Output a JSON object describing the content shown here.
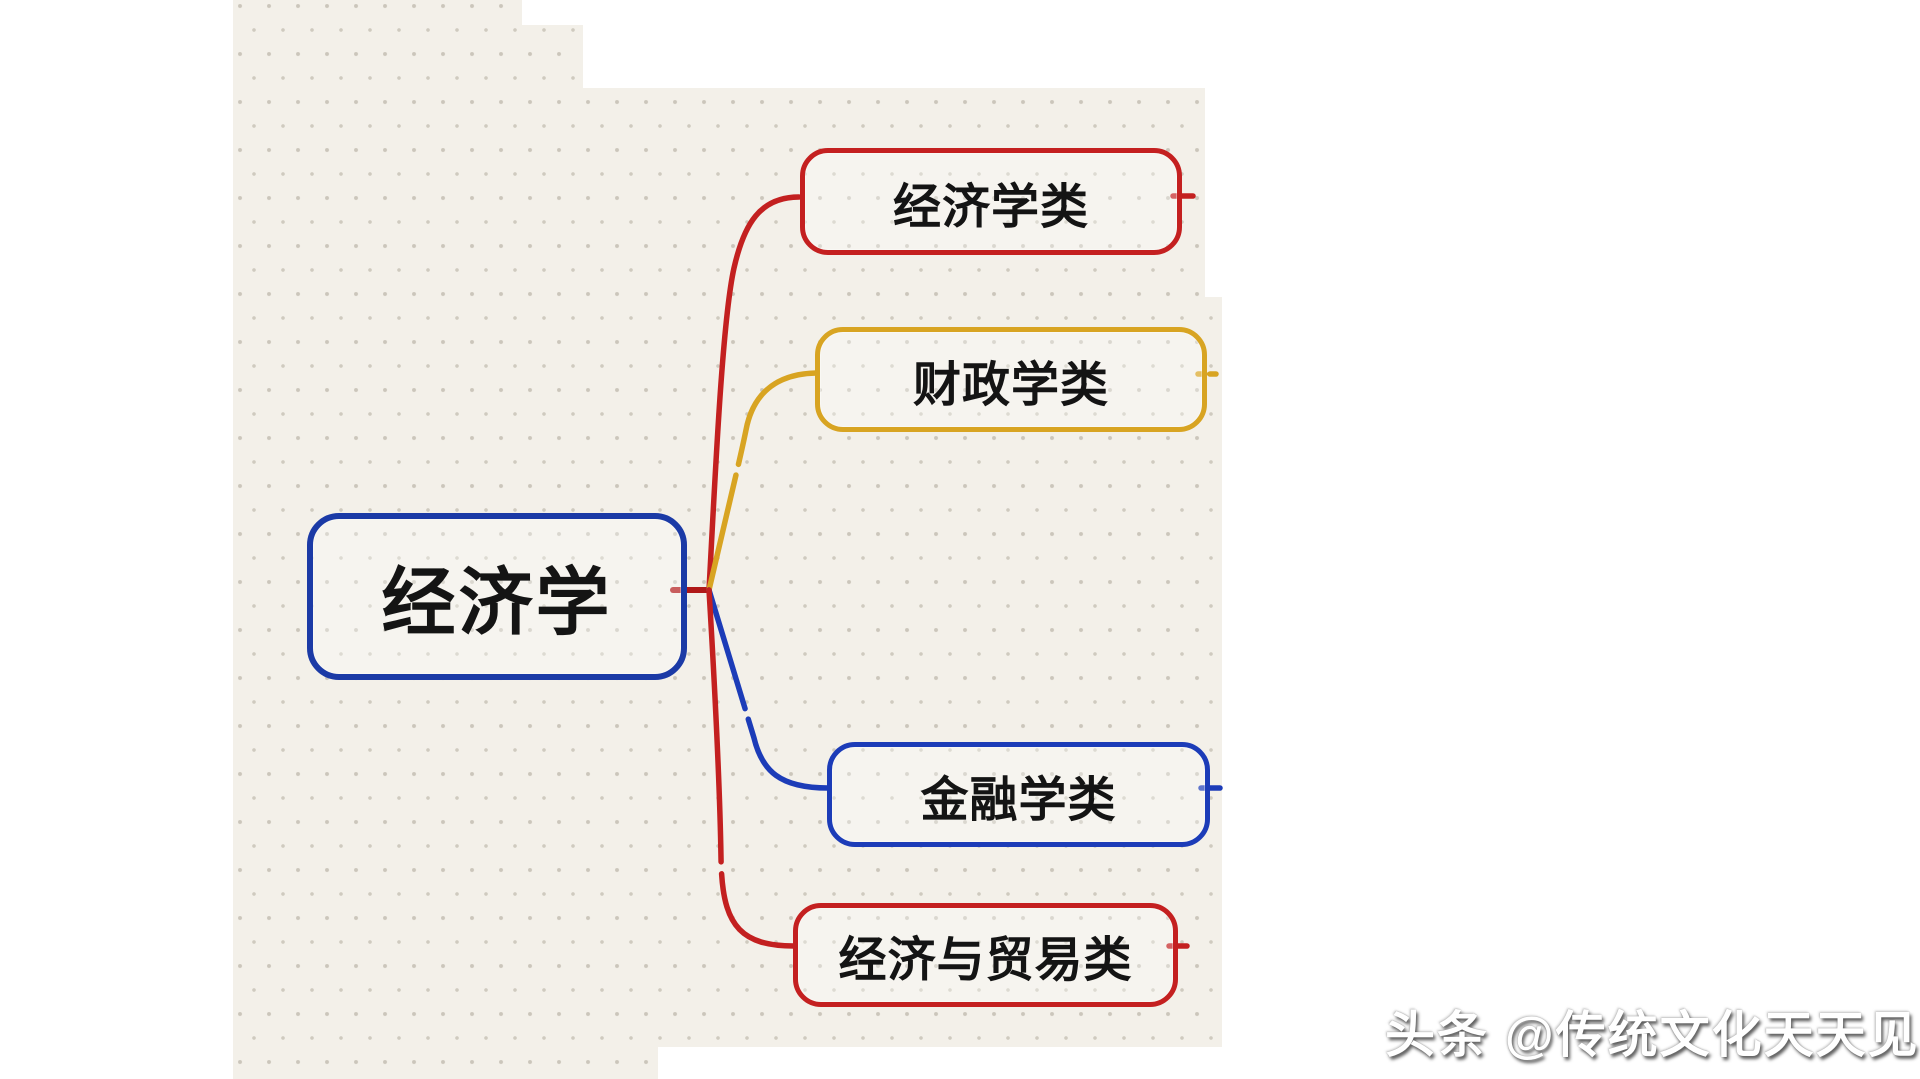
{
  "canvas": {
    "background": "#ffffff",
    "paper_color": "#f3f0e9",
    "dot_color": "#cbc6bb"
  },
  "mindmap": {
    "root": {
      "label": "经济学",
      "border_color": "#1b3aa6"
    },
    "hub_line_color": "#b01818",
    "branches": [
      {
        "id": "economics",
        "label": "经济学类",
        "border_color": "#c42020",
        "line_color": "#c32020"
      },
      {
        "id": "fiscal",
        "label": "财政学类",
        "border_color": "#d8a422",
        "line_color": "#d8a422"
      },
      {
        "id": "finance",
        "label": "金融学类",
        "border_color": "#1c3cb8",
        "line_color": "#1c3cb8"
      },
      {
        "id": "trade",
        "label": "经济与贸易类",
        "border_color": "#c42020",
        "line_color": "#c32020"
      }
    ]
  },
  "watermark": {
    "text": "头条 @传统文化天天见"
  }
}
